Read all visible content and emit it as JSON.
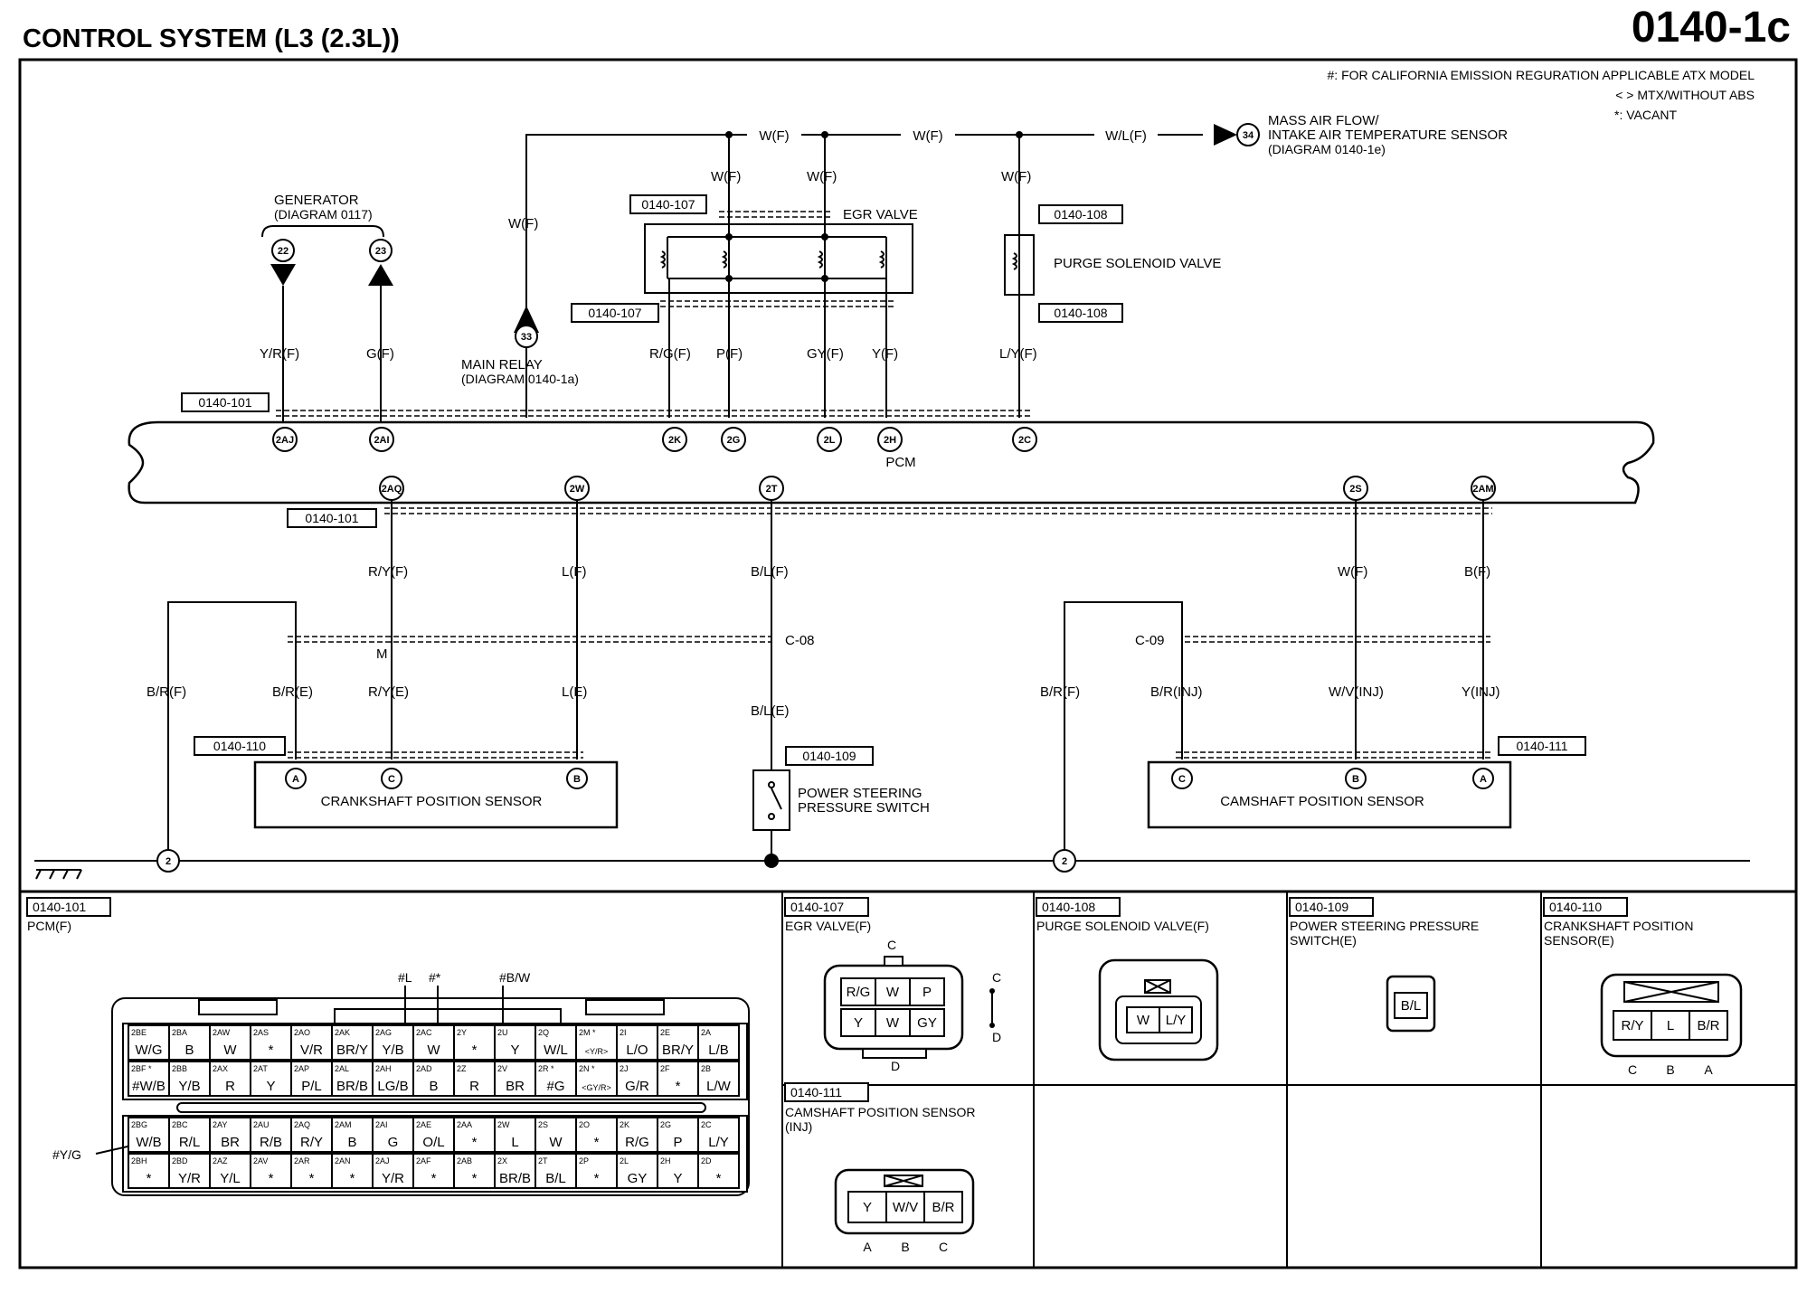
{
  "header": {
    "title": "CONTROL SYSTEM (L3 (2.3L))",
    "page": "0140-1c"
  },
  "notes": [
    "#: FOR CALIFORNIA EMISSION REGURATION APPLICABLE ATX MODEL",
    "< > MTX/WITHOUT ABS",
    "*: VACANT"
  ],
  "labels": {
    "generator": "GENERATOR",
    "generator_ref": "(DIAGRAM 0117)",
    "main_relay": "MAIN RELAY",
    "main_relay_ref": "(DIAGRAM 0140-1a)",
    "maf_1": "MASS AIR FLOW/",
    "maf_2": "INTAKE AIR TEMPERATURE SENSOR",
    "maf_ref": "(DIAGRAM 0140-1e)",
    "egr_valve": "EGR VALVE",
    "purge_valve": "PURGE SOLENOID VALVE",
    "pcm": "PCM",
    "crank_sensor": "CRANKSHAFT POSITION SENSOR",
    "cam_sensor": "CAMSHAFT POSITION SENSOR",
    "ps_switch_1": "POWER STEERING",
    "ps_switch_2": "PRESSURE SWITCH",
    "c08": "C-08",
    "c09": "C-09",
    "m": "M"
  },
  "circles": {
    "c22": "22",
    "c23": "23",
    "c33": "33",
    "c34": "34",
    "g1": "2",
    "g2": "2"
  },
  "refs": {
    "r107a": "0140-107",
    "r107b": "0140-107",
    "r108a": "0140-108",
    "r108b": "0140-108",
    "r101a": "0140-101",
    "r101b": "0140-101",
    "r110": "0140-110",
    "r109": "0140-109",
    "r111": "0140-111"
  },
  "wires": {
    "wf_top1": "W(F)",
    "wf_top2": "W(F)",
    "wl_top": "W/L(F)",
    "wf_relay": "W(F)",
    "wf_e1": "W(F)",
    "wf_e2": "W(F)",
    "wf_purge": "W(F)",
    "yr": "Y/R(F)",
    "g": "G(F)",
    "rg": "R/G(F)",
    "p": "P(F)",
    "gy": "GY(F)",
    "y": "Y(F)",
    "ly": "L/Y(F)",
    "ry_f": "R/Y(F)",
    "l_f": "L(F)",
    "bl_f": "B/L(F)",
    "w_f": "W(F)",
    "b_f": "B(F)",
    "br_f1": "B/R(F)",
    "br_e": "B/R(E)",
    "ry_e": "R/Y(E)",
    "l_e": "L(E)",
    "bl_e": "B/L(E)",
    "br_f2": "B/R(F)",
    "br_inj": "B/R(INJ)",
    "wv_inj": "W/V(INJ)",
    "y_inj": "Y(INJ)"
  },
  "pins": {
    "p2aj": "2AJ",
    "p2ai": "2AI",
    "p2k": "2K",
    "p2g": "2G",
    "p2l": "2L",
    "p2h": "2H",
    "p2c": "2C",
    "p2aq": "2AQ",
    "p2w": "2W",
    "p2t": "2T",
    "p2s": "2S",
    "p2am": "2AM",
    "ca": "A",
    "cc": "C",
    "cb": "B",
    "ma": "A",
    "mb": "B",
    "mc": "C"
  },
  "panels": {
    "pcm": {
      "ref": "0140-101",
      "title": "PCM(F)"
    },
    "egr": {
      "ref": "0140-107",
      "title": "EGR VALVE(F)"
    },
    "purge": {
      "ref": "0140-108",
      "title": "PURGE SOLENOID VALVE(F)"
    },
    "ps": {
      "ref": "0140-109",
      "title_1": "POWER STEERING PRESSURE",
      "title_2": "SWITCH(E)"
    },
    "crank": {
      "ref": "0140-110",
      "title_1": "CRANKSHAFT POSITION",
      "title_2": "SENSOR(E)"
    },
    "cam": {
      "ref": "0140-111",
      "title_1": "CAMSHAFT POSITION SENSOR",
      "title_2": "(INJ)"
    }
  },
  "pcm_conn": {
    "callouts": {
      "l": "#L",
      "star": "#*",
      "bw": "#B/W",
      "yg": "#Y/G"
    },
    "rows": [
      [
        [
          "2BE",
          "W/G"
        ],
        [
          "2BA",
          "B"
        ],
        [
          "2AW",
          "W"
        ],
        [
          "2AS",
          "*"
        ],
        [
          "2AO",
          "V/R"
        ],
        [
          "2AK",
          "BR/Y"
        ],
        [
          "2AG",
          "Y/B"
        ],
        [
          "2AC",
          "W"
        ],
        [
          "2Y",
          "*"
        ],
        [
          "2U",
          "Y"
        ],
        [
          "2Q",
          "W/L"
        ],
        [
          "2M *",
          "<Y/R>"
        ],
        [
          "2I",
          "L/O"
        ],
        [
          "2E",
          "BR/Y"
        ],
        [
          "2A",
          "L/B"
        ]
      ],
      [
        [
          "2BF *",
          "#W/B"
        ],
        [
          "2BB",
          "Y/B"
        ],
        [
          "2AX",
          "R"
        ],
        [
          "2AT",
          "Y"
        ],
        [
          "2AP",
          "P/L"
        ],
        [
          "2AL",
          "BR/B"
        ],
        [
          "2AH",
          "LG/B"
        ],
        [
          "2AD",
          "B"
        ],
        [
          "2Z",
          "R"
        ],
        [
          "2V",
          "BR"
        ],
        [
          "2R *",
          "#G"
        ],
        [
          "2N *",
          "<GY/R>"
        ],
        [
          "2J",
          "G/R"
        ],
        [
          "2F",
          "*"
        ],
        [
          "2B",
          "L/W"
        ]
      ],
      [
        [
          "2BG",
          "W/B"
        ],
        [
          "2BC",
          "R/L"
        ],
        [
          "2AY",
          "BR"
        ],
        [
          "2AU",
          "R/B"
        ],
        [
          "2AQ",
          "R/Y"
        ],
        [
          "2AM",
          "B"
        ],
        [
          "2AI",
          "G"
        ],
        [
          "2AE",
          "O/L"
        ],
        [
          "2AA",
          "*"
        ],
        [
          "2W",
          "L"
        ],
        [
          "2S",
          "W"
        ],
        [
          "2O",
          "*"
        ],
        [
          "2K",
          "R/G"
        ],
        [
          "2G",
          "P"
        ],
        [
          "2C",
          "L/Y"
        ]
      ],
      [
        [
          "2BH",
          "*"
        ],
        [
          "2BD",
          "Y/R"
        ],
        [
          "2AZ",
          "Y/L"
        ],
        [
          "2AV",
          "*"
        ],
        [
          "2AR",
          "*"
        ],
        [
          "2AN",
          "*"
        ],
        [
          "2AJ",
          "Y/R"
        ],
        [
          "2AF",
          "*"
        ],
        [
          "2AB",
          "*"
        ],
        [
          "2X",
          "BR/B"
        ],
        [
          "2T",
          "B/L"
        ],
        [
          "2P",
          "*"
        ],
        [
          "2L",
          "GY"
        ],
        [
          "2H",
          "Y"
        ],
        [
          "2D",
          "*"
        ]
      ]
    ]
  },
  "egr_conn": {
    "top": [
      "R/G",
      "W",
      "P"
    ],
    "bottom": [
      "Y",
      "W",
      "GY"
    ],
    "c": "C",
    "d": "D",
    "sc": "C",
    "sd": "D"
  },
  "purge_conn": {
    "cells": [
      "W",
      "L/Y"
    ]
  },
  "ps_conn": {
    "cells": [
      "B/L"
    ]
  },
  "crank_conn": {
    "cells": [
      "R/Y",
      "L",
      "B/R"
    ],
    "pins": [
      "C",
      "B",
      "A"
    ]
  },
  "cam_conn": {
    "cells": [
      "Y",
      "W/V",
      "B/R"
    ],
    "pins": [
      "A",
      "B",
      "C"
    ]
  }
}
